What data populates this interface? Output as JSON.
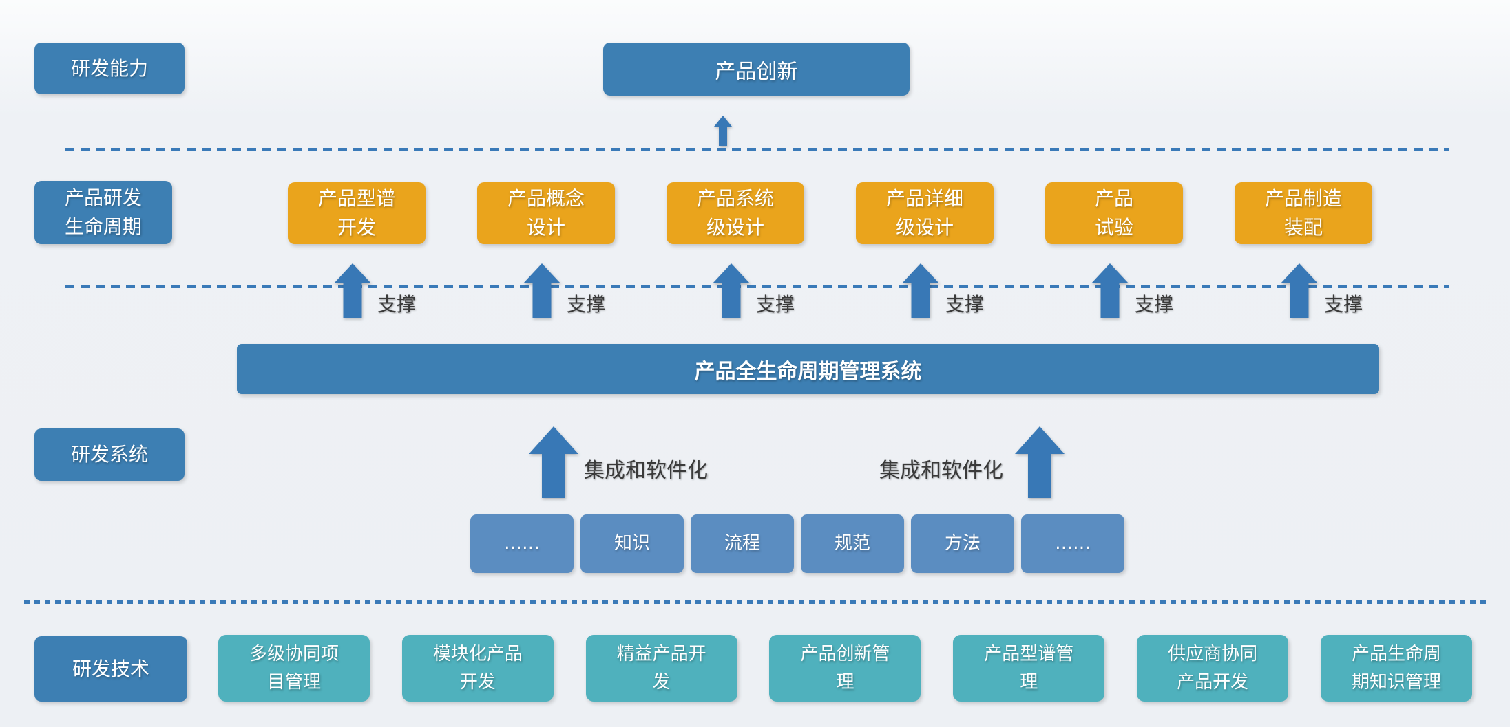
{
  "header": {
    "capability_label": "研发能力",
    "innovation_label": "产品创新"
  },
  "lifecycle": {
    "row_label": "产品研发\n生命周期",
    "stages": [
      {
        "label": "产品型谱\n开发"
      },
      {
        "label": "产品概念\n设计"
      },
      {
        "label": "产品系统\n级设计"
      },
      {
        "label": "产品详细\n级设计"
      },
      {
        "label": "产品\n试验"
      },
      {
        "label": "产品制造\n装配"
      }
    ],
    "support_label": "支撑"
  },
  "system": {
    "row_label": "研发系统",
    "plm_bar_label": "产品全生命周期管理系统",
    "integration_label_left": "集成和软件化",
    "integration_label_right": "集成和软件化",
    "elements": [
      "……",
      "知识",
      "流程",
      "规范",
      "方法",
      "……"
    ]
  },
  "technology": {
    "row_label": "研发技术",
    "items": [
      "多级协同项\n目管理",
      "模块化产品\n开发",
      "精益产品开\n发",
      "产品创新管\n理",
      "产品型谱管\n理",
      "供应商协同\n产品开发",
      "产品生命周\n期知识管理"
    ]
  },
  "colors": {
    "primary_blue": "#3D7FB3",
    "orange": "#EAA41C",
    "muted_blue": "#5B8DC1",
    "teal": "#4FB1BD",
    "arrow_blue": "#3878B6",
    "line_blue": "#3A7AB8",
    "label_text": "#3A3A3A",
    "background": "#EDF0F4"
  }
}
